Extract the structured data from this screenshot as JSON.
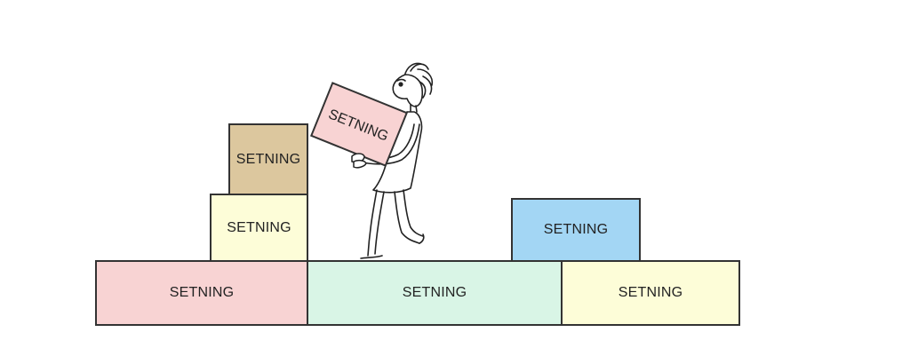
{
  "blocks": [
    {
      "id": "bottom-left",
      "label": "SETNING",
      "color": "#f8d3d3"
    },
    {
      "id": "bottom-middle",
      "label": "SETNING",
      "color": "#d9f5e6"
    },
    {
      "id": "bottom-right",
      "label": "SETNING",
      "color": "#fdfdd8"
    },
    {
      "id": "middle-left",
      "label": "SETNING",
      "color": "#fdfdd8"
    },
    {
      "id": "top-left",
      "label": "SETNING",
      "color": "#dcc79e"
    },
    {
      "id": "right-raised",
      "label": "SETNING",
      "color": "#a3d6f4"
    }
  ],
  "carried_block": {
    "label": "SETNING",
    "color": "#f8d3d3"
  },
  "figure": {
    "icon": "person-carrying-box-icon",
    "line_color": "#222222"
  }
}
